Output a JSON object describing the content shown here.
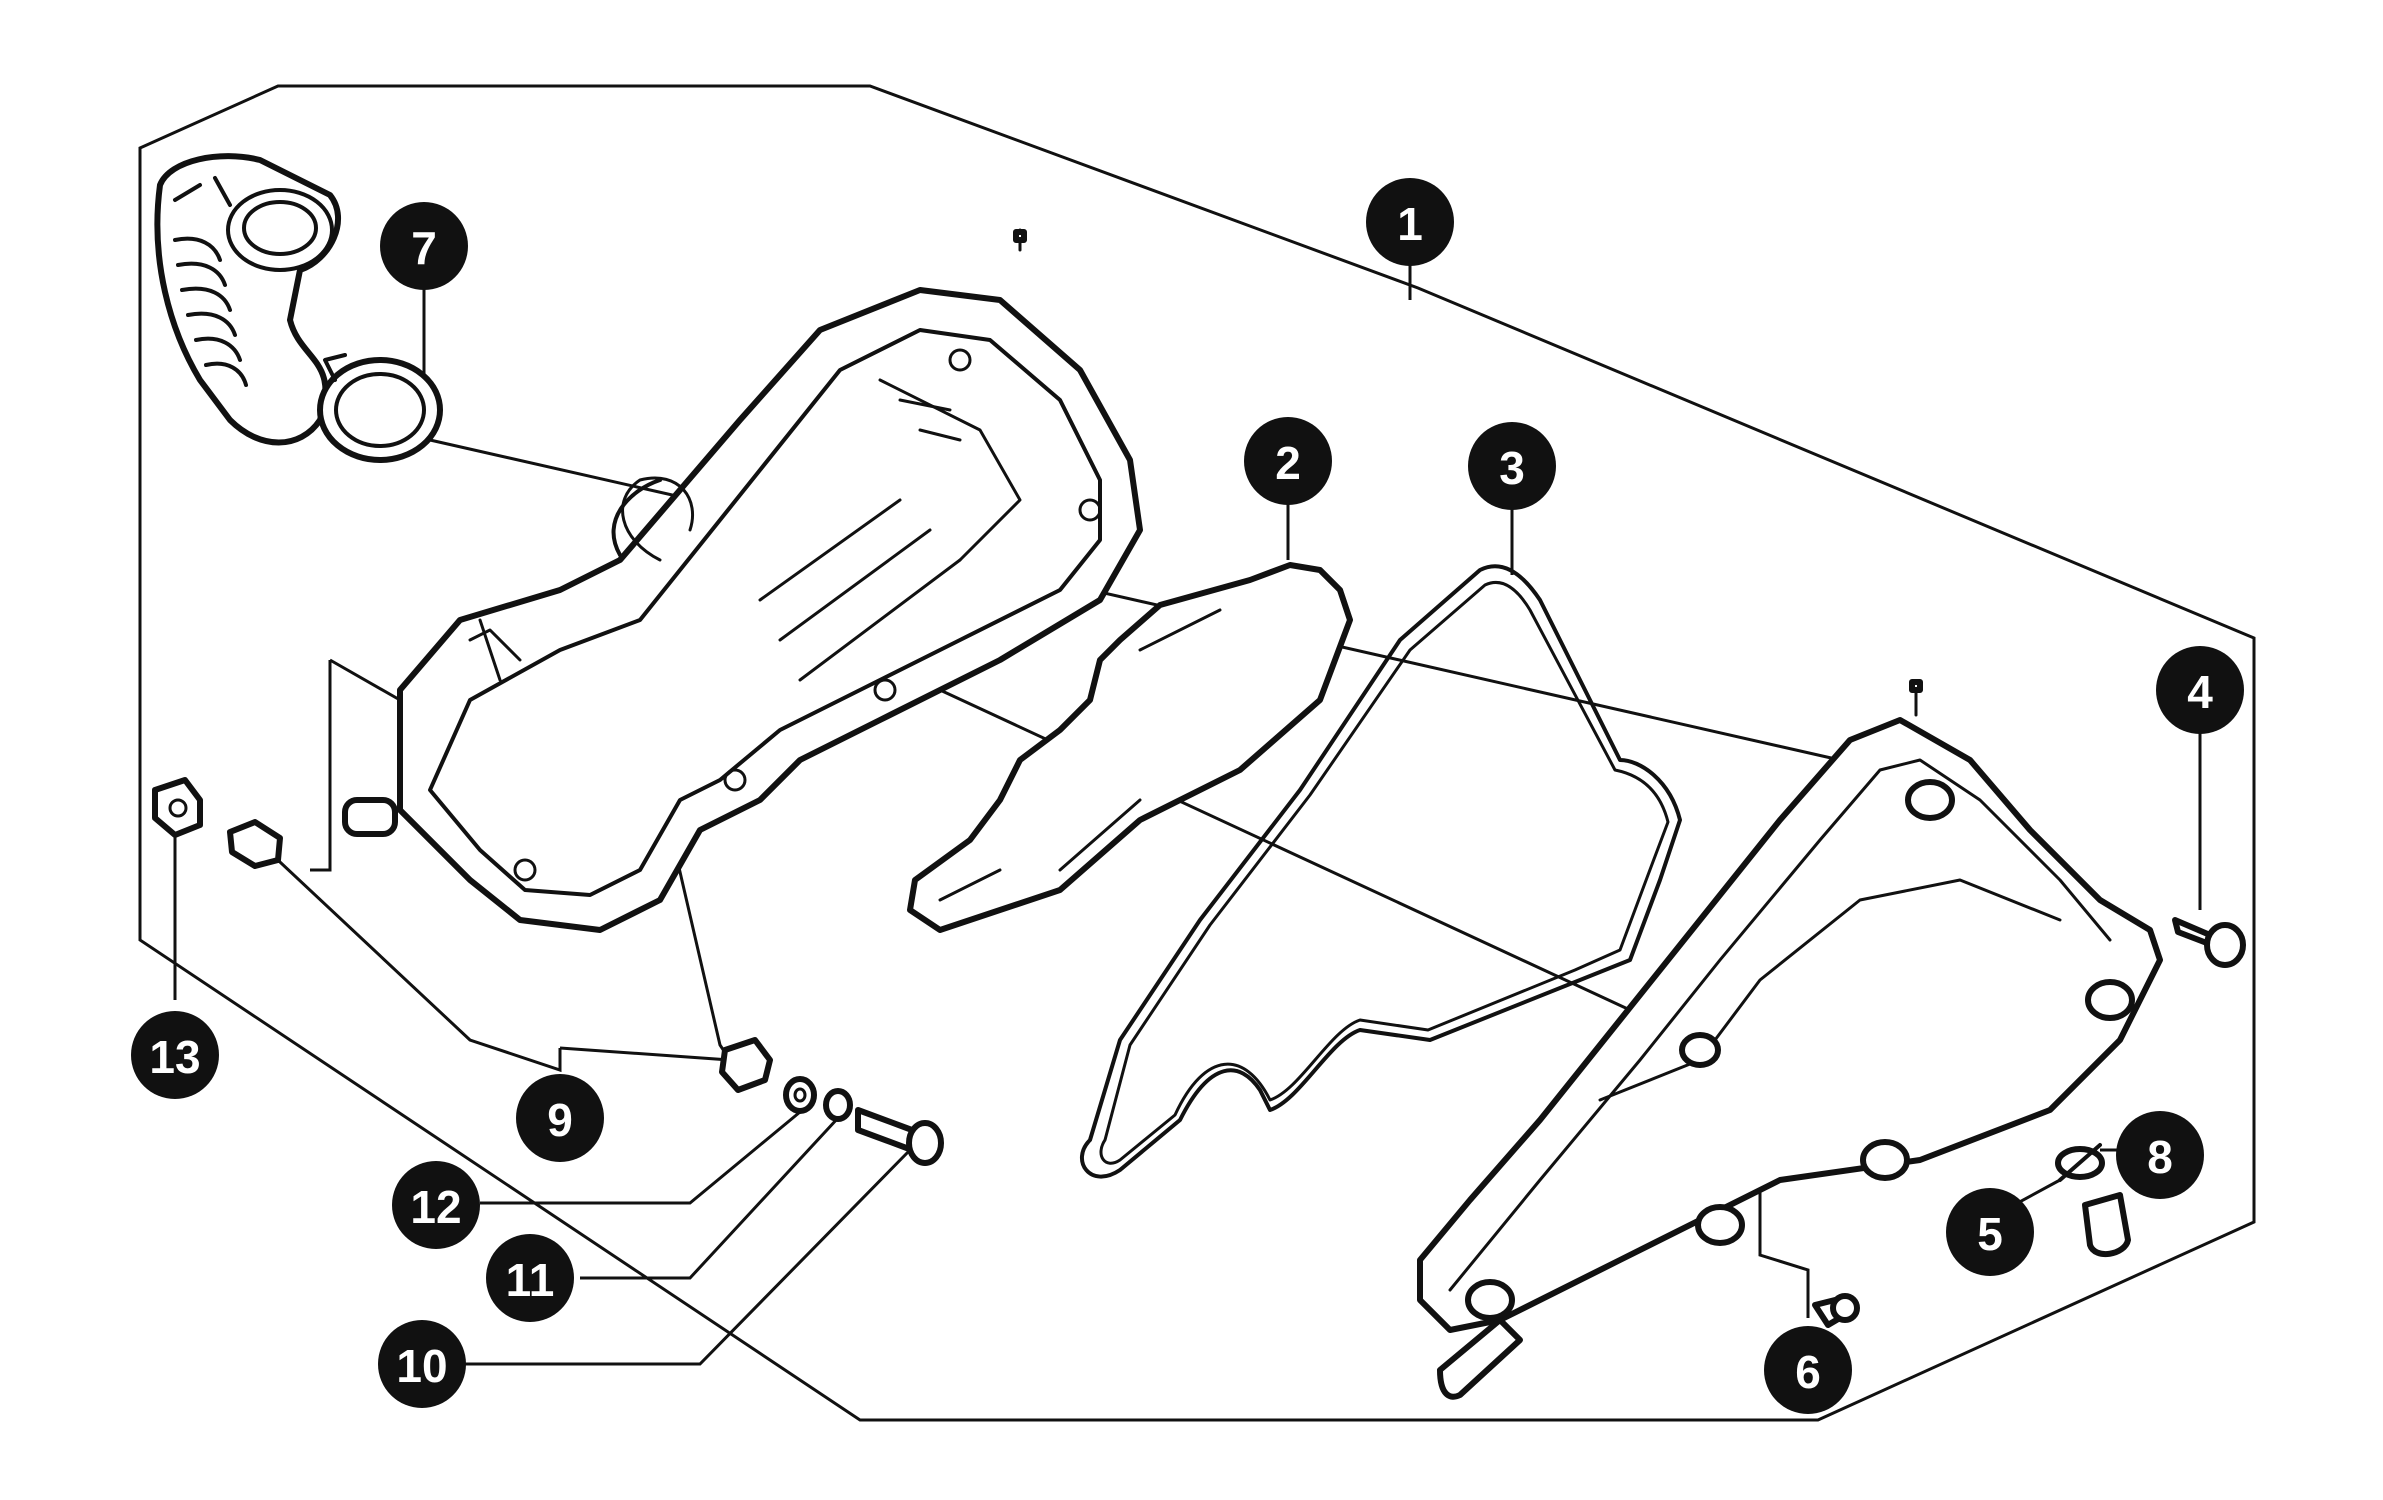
{
  "colors": {
    "ink": "#111111",
    "background": "#ffffff",
    "callout_text": "#ffffff"
  },
  "callouts": [
    {
      "id": "1",
      "label": "1"
    },
    {
      "id": "2",
      "label": "2"
    },
    {
      "id": "3",
      "label": "3"
    },
    {
      "id": "4",
      "label": "4"
    },
    {
      "id": "5",
      "label": "5"
    },
    {
      "id": "6",
      "label": "6"
    },
    {
      "id": "7",
      "label": "7"
    },
    {
      "id": "8",
      "label": "8"
    },
    {
      "id": "9",
      "label": "9"
    },
    {
      "id": "10",
      "label": "10"
    },
    {
      "id": "11",
      "label": "11"
    },
    {
      "id": "12",
      "label": "12"
    },
    {
      "id": "13",
      "label": "13"
    }
  ]
}
